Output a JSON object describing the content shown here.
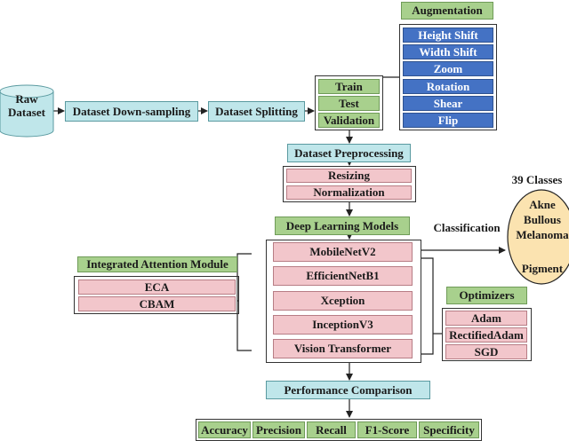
{
  "raw_dataset": {
    "line1": "Raw",
    "line2": "Dataset"
  },
  "downsampling": "Dataset Down-sampling",
  "splitting": "Dataset Splitting",
  "splits": [
    "Train",
    "Test",
    "Validation"
  ],
  "augmentation": {
    "title": "Augmentation",
    "items": [
      "Height Shift",
      "Width Shift",
      "Zoom",
      "Rotation",
      "Shear",
      "Flip"
    ]
  },
  "preprocessing": {
    "title": "Dataset Preprocessing",
    "items": [
      "Resizing",
      "Normalization"
    ]
  },
  "models": {
    "title": "Deep Learning Models",
    "items": [
      "MobileNetV2",
      "EfficientNetB1",
      "Xception",
      "InceptionV3",
      "Vision Transformer"
    ]
  },
  "attention": {
    "title": "Integrated Attention Module",
    "items": [
      "ECA",
      "CBAM"
    ]
  },
  "optimizers": {
    "title": "Optimizers",
    "items": [
      "Adam",
      "RectifiedAdam",
      "SGD"
    ]
  },
  "classification_label": "Classification",
  "classes": {
    "title": "39 Classes",
    "items": [
      "Akne",
      "Bullous",
      "Melanoma",
      "Pigment"
    ]
  },
  "performance": {
    "title": "Performance Comparison",
    "metrics": [
      "Accuracy",
      "Precision",
      "Recall",
      "F1-Score",
      "Specificity"
    ]
  }
}
